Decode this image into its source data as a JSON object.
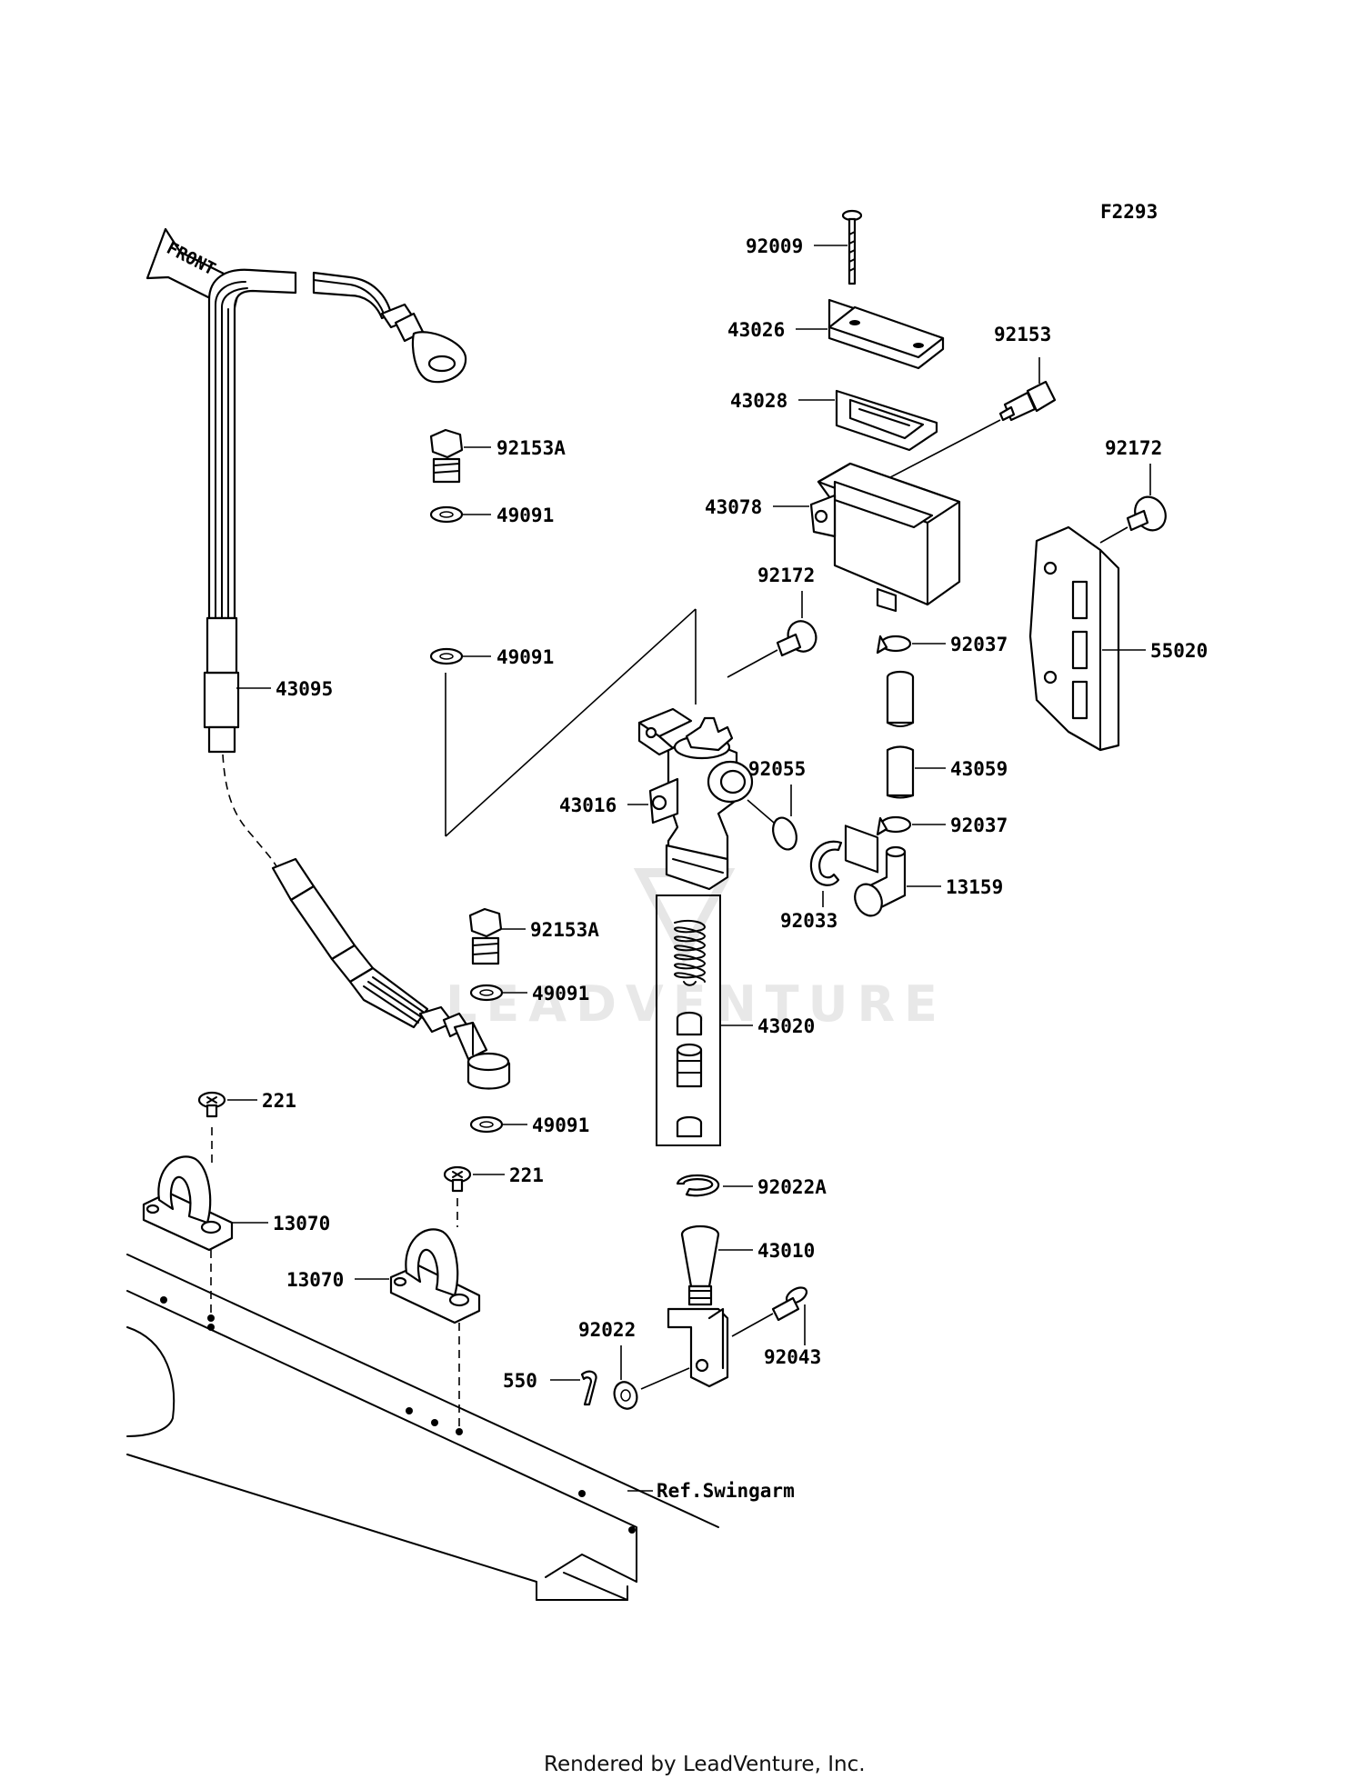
{
  "diagram": {
    "figure_code": "F2293",
    "front_label": "FRONT",
    "watermark": "LEADVENTURE",
    "footer": "Rendered by LeadVenture, Inc.",
    "parts": {
      "p92009": "92009",
      "p43026": "43026",
      "p43028": "43028",
      "p92153": "92153",
      "p43078": "43078",
      "p92172_top": "92172",
      "p55020": "55020",
      "p92172_mid": "92172",
      "p92037_top": "92037",
      "p43059": "43059",
      "p92037_bot": "92037",
      "p13159": "13159",
      "p92055": "92055",
      "p92033": "92033",
      "p43016": "43016",
      "p92153A_top": "92153A",
      "p49091_a": "49091",
      "p49091_b": "49091",
      "p43095": "43095",
      "p92153A_bot": "92153A",
      "p49091_c": "49091",
      "p49091_d": "49091",
      "p43020": "43020",
      "p92022A": "92022A",
      "p43010": "43010",
      "p92022": "92022",
      "p92043": "92043",
      "p550": "550",
      "p221_a": "221",
      "p221_b": "221",
      "p13070_a": "13070",
      "p13070_b": "13070",
      "ref_swingarm": "Ref.Swingarm"
    }
  }
}
